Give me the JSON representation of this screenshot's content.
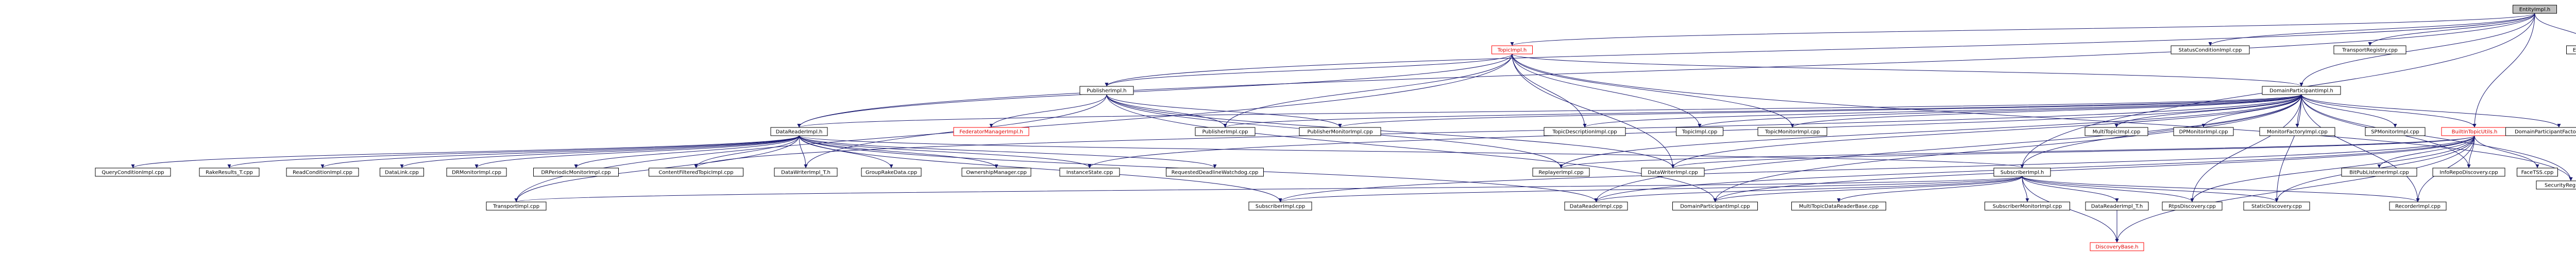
{
  "graph": {
    "root": "EntityImpl.h",
    "nodes": [
      {
        "id": "entityimpl_h",
        "label": "EntityImpl.h",
        "style": "root"
      },
      {
        "id": "topicimpl_h",
        "label": "TopicImpl.h",
        "style": "red"
      },
      {
        "id": "entityimpl_cpp",
        "label": "EntityImpl.cpp"
      },
      {
        "id": "statusconditionimpl_cpp",
        "label": "StatusConditionImpl.cpp"
      },
      {
        "id": "transportregistry_cpp",
        "label": "TransportRegistry.cpp"
      },
      {
        "id": "publisherimpl_h",
        "label": "PublisherImpl.h"
      },
      {
        "id": "domainparticipantimpl_h",
        "label": "DomainParticipantImpl.h"
      },
      {
        "id": "datareaderimpl_h",
        "label": "DataReaderImpl.h"
      },
      {
        "id": "federatormanagerimpl_h",
        "label": "FederatorManagerImpl.h",
        "style": "red"
      },
      {
        "id": "publisherimpl_cpp",
        "label": "PublisherImpl.cpp"
      },
      {
        "id": "publishermonitorimpl_cpp",
        "label": "PublisherMonitorImpl.cpp"
      },
      {
        "id": "topicdescriptionimpl_cpp",
        "label": "TopicDescriptionImpl.cpp"
      },
      {
        "id": "topicimpl_cpp",
        "label": "TopicImpl.cpp"
      },
      {
        "id": "topicmonitorimpl_cpp",
        "label": "TopicMonitorImpl.cpp"
      },
      {
        "id": "multitopicimpl_cpp",
        "label": "MultiTopicImpl.cpp"
      },
      {
        "id": "dpmonitorimpl_cpp",
        "label": "DPMonitorImpl.cpp"
      },
      {
        "id": "monitorfactoryimpl_cpp",
        "label": "MonitorFactoryImpl.cpp"
      },
      {
        "id": "spmonitorimpl_cpp",
        "label": "SPMonitorImpl.cpp"
      },
      {
        "id": "builtintopicutils_h",
        "label": "BuiltInTopicUtils.h",
        "style": "red"
      },
      {
        "id": "domainparticipantfactoryimpl_cpp",
        "label": "DomainParticipantFactoryImpl.cpp"
      },
      {
        "id": "securityregistry_cpp",
        "label": "SecurityRegistry.cpp"
      },
      {
        "id": "queryconditionimpl_cpp",
        "label": "QueryConditionImpl.cpp"
      },
      {
        "id": "rakeresults_t_cpp",
        "label": "RakeResults_T.cpp"
      },
      {
        "id": "readconditionimpl_cpp",
        "label": "ReadConditionImpl.cpp"
      },
      {
        "id": "datalink_cpp",
        "label": "DataLink.cpp"
      },
      {
        "id": "drmonitorimpl_cpp",
        "label": "DRMonitorImpl.cpp"
      },
      {
        "id": "drperiodicmonitorimpl_cpp",
        "label": "DRPeriodicMonitorImpl.cpp"
      },
      {
        "id": "contentfilteredtopicimpl_cpp",
        "label": "ContentFilteredTopicImpl.cpp"
      },
      {
        "id": "datawriterimpl_t_h",
        "label": "DataWriterImpl_T.h"
      },
      {
        "id": "groupbakedata_cpp",
        "label": "GroupRakeData.cpp"
      },
      {
        "id": "ownershipmanager_cpp",
        "label": "OwnershipManager.cpp"
      },
      {
        "id": "instancestate_cpp",
        "label": "InstanceState.cpp"
      },
      {
        "id": "requesteddeadlinewatchdog_cpp",
        "label": "RequestedDeadlineWatchdog.cpp"
      },
      {
        "id": "replayerimpl_cpp",
        "label": "ReplayerImpl.cpp"
      },
      {
        "id": "datawriterimpl_cpp",
        "label": "DataWriterImpl.cpp"
      },
      {
        "id": "bitpubListenerimpl_cpp",
        "label": "BitPubListenerImpl.cpp"
      },
      {
        "id": "inforepodiscovery_cpp",
        "label": "InfoRepoDiscovery.cpp"
      },
      {
        "id": "facetss_cpp",
        "label": "FaceTSS.cpp"
      },
      {
        "id": "subscriberimpl_h",
        "label": "SubscriberImpl.h"
      },
      {
        "id": "transportimpl_cpp",
        "label": "TransportImpl.cpp"
      },
      {
        "id": "subscriberimpl_cpp",
        "label": "SubscriberImpl.cpp"
      },
      {
        "id": "datareaderimpl_cpp",
        "label": "DataReaderImpl.cpp"
      },
      {
        "id": "domainparticipantimpl_cpp",
        "label": "DomainParticipantImpl.cpp"
      },
      {
        "id": "multitopicdatareaderbase_cpp",
        "label": "MultiTopicDataReaderBase.cpp"
      },
      {
        "id": "subscribermonitorimpl_cpp",
        "label": "SubscriberMonitorImpl.cpp"
      },
      {
        "id": "datareaderimpl_t_h",
        "label": "DataReaderImpl_T.h"
      },
      {
        "id": "rtpsdiscovery_cpp",
        "label": "RtpsDiscovery.cpp"
      },
      {
        "id": "staticdiscovery_cpp",
        "label": "StaticDiscovery.cpp"
      },
      {
        "id": "recorderimpl_cpp",
        "label": "RecorderImpl.cpp"
      },
      {
        "id": "discoverybase_h",
        "label": "DiscoveryBase.h",
        "style": "red"
      }
    ],
    "edges": [
      [
        "entityimpl_h",
        "topicimpl_h"
      ],
      [
        "entityimpl_h",
        "entityimpl_cpp"
      ],
      [
        "entityimpl_h",
        "statusconditionimpl_cpp"
      ],
      [
        "entityimpl_h",
        "transportregistry_cpp"
      ],
      [
        "entityimpl_h",
        "domainparticipantimpl_h"
      ],
      [
        "entityimpl_h",
        "datareaderimpl_h"
      ],
      [
        "entityimpl_h",
        "builtintopicutils_h"
      ],
      [
        "entityimpl_h",
        "subscriberimpl_h"
      ],
      [
        "entityimpl_h",
        "publisherimpl_h"
      ],
      [
        "topicimpl_h",
        "publisherimpl_h"
      ],
      [
        "topicimpl_h",
        "domainparticipantimpl_h"
      ],
      [
        "topicimpl_h",
        "datareaderimpl_h"
      ],
      [
        "topicimpl_h",
        "topicdescriptionimpl_cpp"
      ],
      [
        "topicimpl_h",
        "topicimpl_cpp"
      ],
      [
        "topicimpl_h",
        "topicmonitorimpl_cpp"
      ],
      [
        "topicimpl_h",
        "publisherimpl_cpp"
      ],
      [
        "topicimpl_h",
        "securityregistry_cpp"
      ],
      [
        "topicimpl_h",
        "datawriterimpl_cpp"
      ],
      [
        "topicimpl_h",
        "transportimpl_cpp"
      ],
      [
        "publisherimpl_h",
        "federatormanagerimpl_h"
      ],
      [
        "publisherimpl_h",
        "publisherimpl_cpp"
      ],
      [
        "publisherimpl_h",
        "publishermonitorimpl_cpp"
      ],
      [
        "publisherimpl_h",
        "datawriterimpl_cpp"
      ],
      [
        "publisherimpl_h",
        "replayerimpl_cpp"
      ],
      [
        "publisherimpl_h",
        "domainparticipantimpl_cpp"
      ],
      [
        "publisherimpl_h",
        "datawriterimpl_t_h"
      ],
      [
        "domainparticipantimpl_h",
        "datareaderimpl_h"
      ],
      [
        "domainparticipantimpl_h",
        "multitopicimpl_cpp"
      ],
      [
        "domainparticipantimpl_h",
        "dpmonitorimpl_cpp"
      ],
      [
        "domainparticipantimpl_h",
        "monitorfactoryimpl_cpp"
      ],
      [
        "domainparticipantimpl_h",
        "spmonitorimpl_cpp"
      ],
      [
        "domainparticipantimpl_h",
        "builtintopicutils_h"
      ],
      [
        "domainparticipantimpl_h",
        "domainparticipantfactoryimpl_cpp"
      ],
      [
        "domainparticipantimpl_h",
        "securityregistry_cpp"
      ],
      [
        "domainparticipantimpl_h",
        "topicdescriptionimpl_cpp"
      ],
      [
        "domainparticipantimpl_h",
        "topicimpl_cpp"
      ],
      [
        "domainparticipantimpl_h",
        "topicmonitorimpl_cpp"
      ],
      [
        "domainparticipantimpl_h",
        "publisherimpl_cpp"
      ],
      [
        "domainparticipantimpl_h",
        "publishermonitorimpl_cpp"
      ],
      [
        "domainparticipantimpl_h",
        "replayerimpl_cpp"
      ],
      [
        "domainparticipantimpl_h",
        "datawriterimpl_cpp"
      ],
      [
        "domainparticipantimpl_h",
        "subscriberimpl_h"
      ],
      [
        "domainparticipantimpl_h",
        "inforepodiscovery_cpp"
      ],
      [
        "domainparticipantimpl_h",
        "recorderimpl_cpp"
      ],
      [
        "domainparticipantimpl_h",
        "contentfilteredtopicimpl_cpp"
      ],
      [
        "domainparticipantimpl_h",
        "instancestate_cpp"
      ],
      [
        "domainparticipantimpl_h",
        "datareaderimpl_cpp"
      ],
      [
        "domainparticipantimpl_h",
        "domainparticipantimpl_cpp"
      ],
      [
        "domainparticipantimpl_h",
        "rtpsdiscovery_cpp"
      ],
      [
        "domainparticipantimpl_h",
        "staticdiscovery_cpp"
      ],
      [
        "datareaderimpl_h",
        "queryconditionimpl_cpp"
      ],
      [
        "datareaderimpl_h",
        "rakeresults_t_cpp"
      ],
      [
        "datareaderimpl_h",
        "readconditionimpl_cpp"
      ],
      [
        "datareaderimpl_h",
        "datalink_cpp"
      ],
      [
        "datareaderimpl_h",
        "drmonitorimpl_cpp"
      ],
      [
        "datareaderimpl_h",
        "drperiodicmonitorimpl_cpp"
      ],
      [
        "datareaderimpl_h",
        "contentfilteredtopicimpl_cpp"
      ],
      [
        "datareaderimpl_h",
        "datawriterimpl_t_h"
      ],
      [
        "datareaderimpl_h",
        "groupbakedata_cpp"
      ],
      [
        "datareaderimpl_h",
        "ownershipmanager_cpp"
      ],
      [
        "datareaderimpl_h",
        "instancestate_cpp"
      ],
      [
        "datareaderimpl_h",
        "requesteddeadlinewatchdog_cpp"
      ],
      [
        "datareaderimpl_h",
        "subscriberimpl_h"
      ],
      [
        "datareaderimpl_h",
        "transportimpl_cpp"
      ],
      [
        "datareaderimpl_h",
        "subscriberimpl_cpp"
      ],
      [
        "datareaderimpl_h",
        "datareaderimpl_cpp"
      ],
      [
        "builtintopicutils_h",
        "bitpubListenerimpl_cpp"
      ],
      [
        "builtintopicutils_h",
        "inforepodiscovery_cpp"
      ],
      [
        "builtintopicutils_h",
        "facetss_cpp"
      ],
      [
        "builtintopicutils_h",
        "replayerimpl_cpp"
      ],
      [
        "builtintopicutils_h",
        "datawriterimpl_cpp"
      ],
      [
        "builtintopicutils_h",
        "subscriberimpl_cpp"
      ],
      [
        "builtintopicutils_h",
        "datareaderimpl_cpp"
      ],
      [
        "builtintopicutils_h",
        "domainparticipantimpl_cpp"
      ],
      [
        "builtintopicutils_h",
        "rtpsdiscovery_cpp"
      ],
      [
        "builtintopicutils_h",
        "staticdiscovery_cpp"
      ],
      [
        "builtintopicutils_h",
        "recorderimpl_cpp"
      ],
      [
        "builtintopicutils_h",
        "discoverybase_h"
      ],
      [
        "subscriberimpl_h",
        "transportimpl_cpp"
      ],
      [
        "subscriberimpl_h",
        "subscriberimpl_cpp"
      ],
      [
        "subscriberimpl_h",
        "datareaderimpl_cpp"
      ],
      [
        "subscriberimpl_h",
        "domainparticipantimpl_cpp"
      ],
      [
        "subscriberimpl_h",
        "multitopicdatareaderbase_cpp"
      ],
      [
        "subscriberimpl_h",
        "subscribermonitorimpl_cpp"
      ],
      [
        "subscriberimpl_h",
        "datareaderimpl_t_h"
      ],
      [
        "subscriberimpl_h",
        "rtpsdiscovery_cpp"
      ],
      [
        "subscriberimpl_h",
        "staticdiscovery_cpp"
      ],
      [
        "subscriberimpl_h",
        "recorderimpl_cpp"
      ],
      [
        "subscriberimpl_h",
        "discoverybase_h"
      ],
      [
        "datareaderimpl_t_h",
        "discoverybase_h"
      ]
    ]
  }
}
